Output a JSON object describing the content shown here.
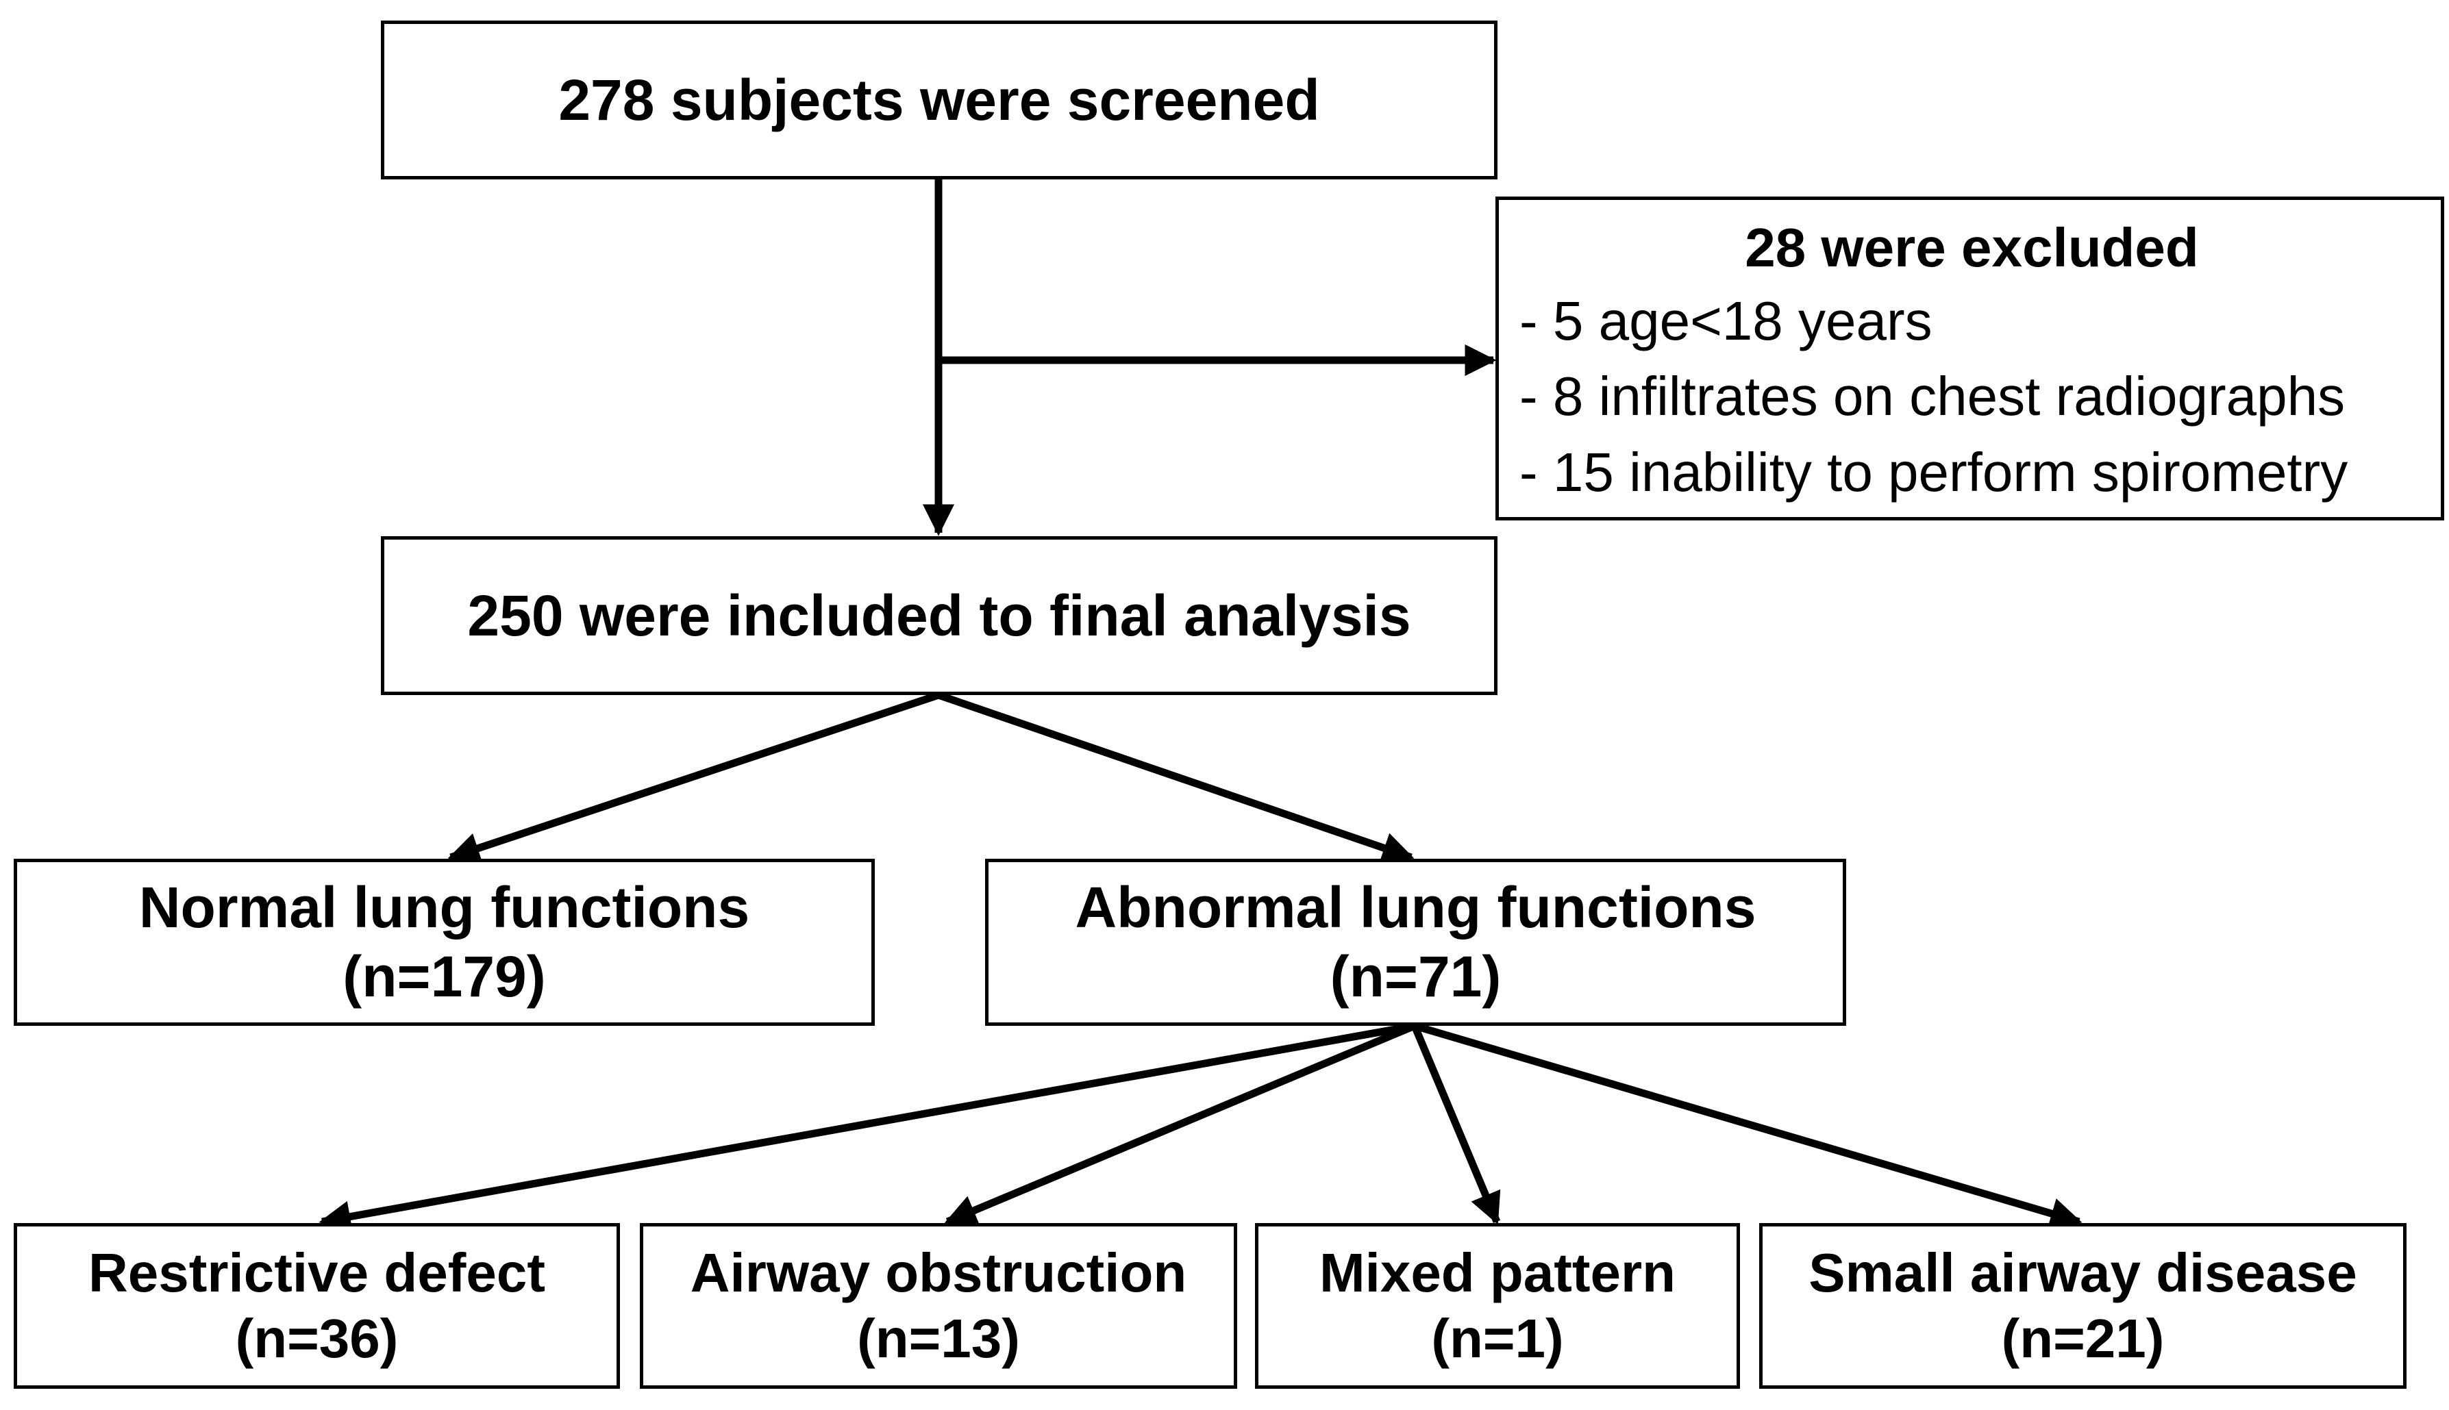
{
  "screened": {
    "text": "278 subjects were screened"
  },
  "excluded": {
    "title": "28 were excluded",
    "items": [
      "- 5 age<18 years",
      "- 8 infiltrates on chest radiographs",
      "- 15 inability to perform spirometry"
    ]
  },
  "included": {
    "text": "250 were included to final analysis"
  },
  "normal": {
    "label": "Normal lung functions",
    "count": "(n=179)"
  },
  "abnormal": {
    "label": "Abnormal lung functions",
    "count": "(n=71)"
  },
  "subgroups": [
    {
      "label": "Restrictive defect",
      "count": "(n=36)"
    },
    {
      "label": "Airway obstruction",
      "count": "(n=13)"
    },
    {
      "label": "Mixed pattern",
      "count": "(n=1)"
    },
    {
      "label": "Small airway disease",
      "count": "(n=21)"
    }
  ],
  "colors": {
    "stroke": "#000000",
    "fill": "#ffffff",
    "text": "#000000"
  }
}
